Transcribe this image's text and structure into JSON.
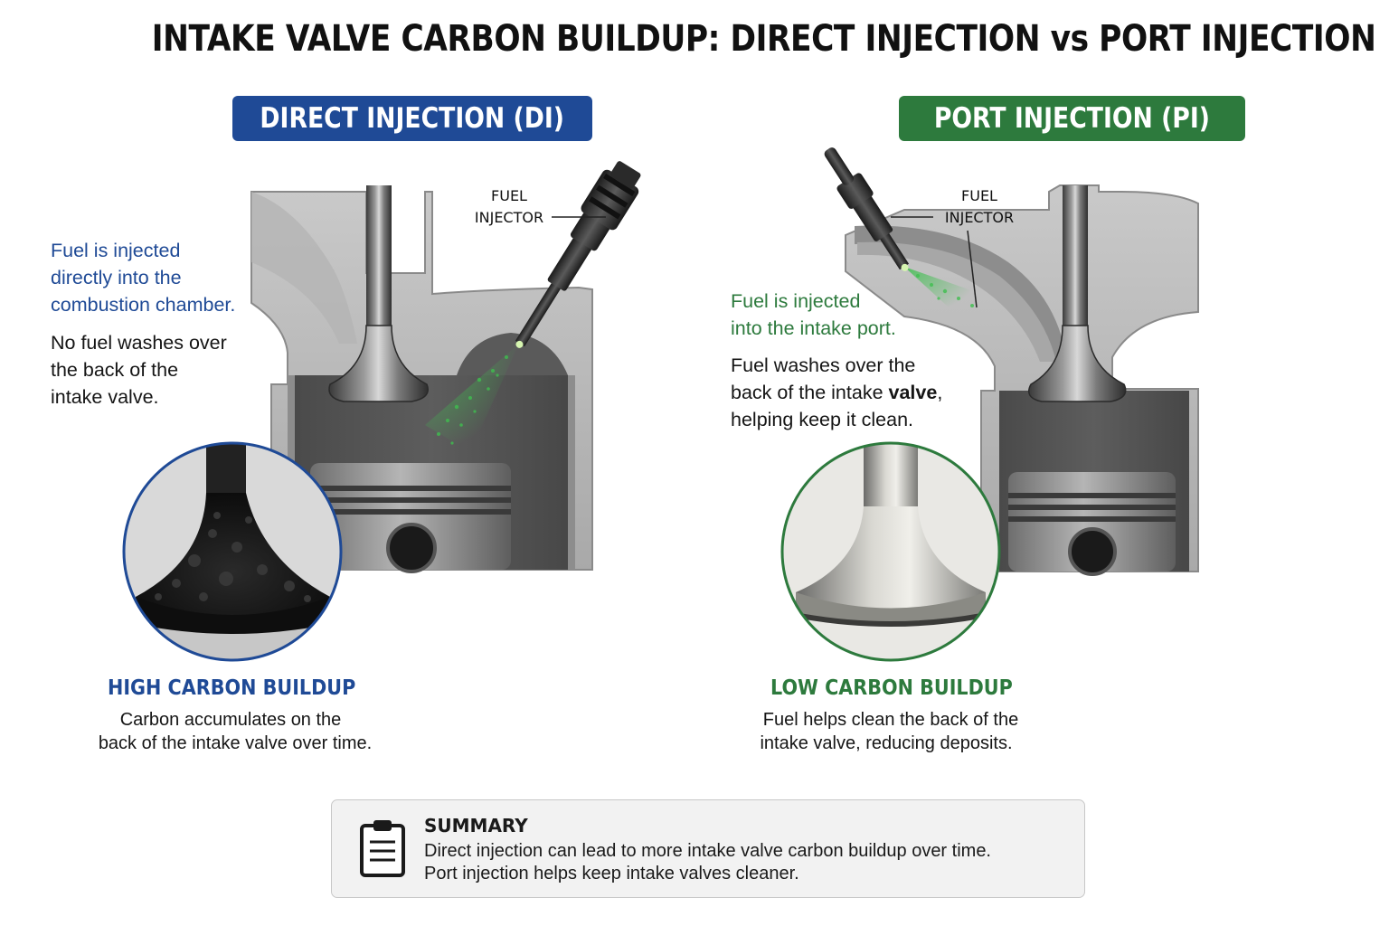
{
  "title": "INTAKE VALVE CARBON BUILDUP: DIRECT INJECTION vs PORT INJECTION",
  "colors": {
    "di_blue": "#1f4a96",
    "pi_green": "#2d7a3d",
    "spray_green": "#3fbf4f"
  },
  "direct_injection": {
    "badge": "DIRECT INJECTION (DI)",
    "injector_label_line1": "FUEL",
    "injector_label_line2": "INJECTOR",
    "desc_blue": [
      "Fuel is injected",
      "directly into the",
      "combustion chamber."
    ],
    "desc_dark": [
      "No fuel washes over",
      "the back of the",
      "intake valve."
    ],
    "result_title": "HIGH CARBON BUILDUP",
    "result_text": [
      "Carbon accumulates on the",
      "back of the intake valve over time."
    ]
  },
  "port_injection": {
    "badge": "PORT INJECTION (PI)",
    "injector_label_line1": "FUEL",
    "injector_label_line2": "INJECTOR",
    "desc_green": [
      "Fuel is injected",
      "into the intake port."
    ],
    "desc_dark_1": "Fuel washes over the",
    "desc_dark_2_pre": "back of the intake ",
    "desc_dark_2_bold": "valve",
    "desc_dark_2_post": ",",
    "desc_dark_3": "helping keep it clean.",
    "result_title": "LOW CARBON BUILDUP",
    "result_text": [
      "Fuel helps clean the back of the",
      "intake valve, reducing deposits."
    ]
  },
  "summary": {
    "icon": "clipboard-icon",
    "title": "SUMMARY",
    "lines": [
      "Direct injection can lead to more intake valve carbon buildup over time.",
      "Port injection helps keep intake valves cleaner."
    ]
  }
}
